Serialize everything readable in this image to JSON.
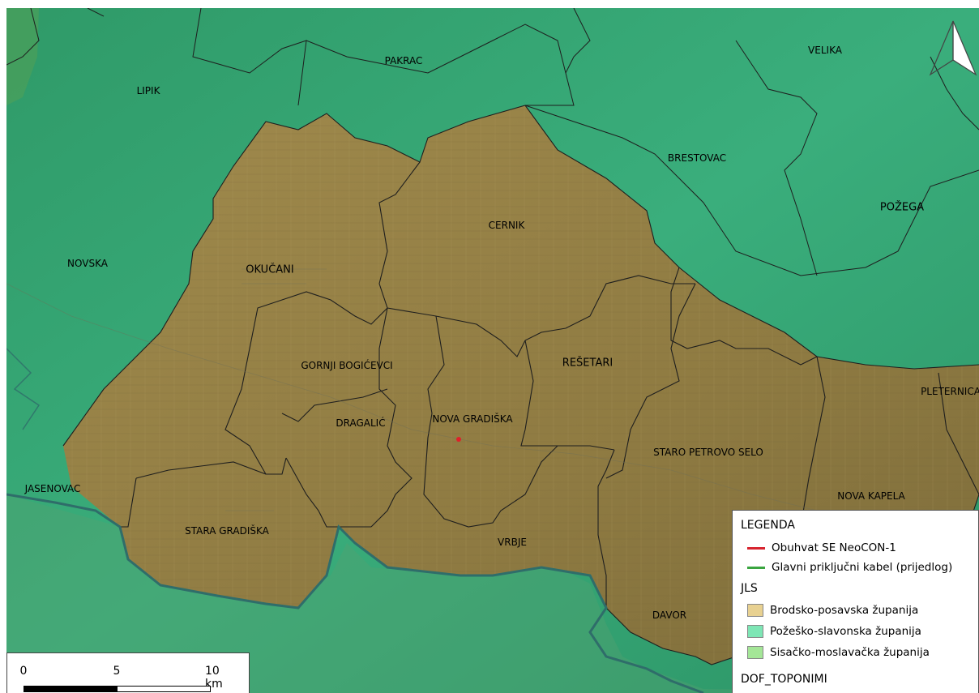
{
  "map": {
    "places": [
      {
        "name": "PAKRAC",
        "kind": "municipality"
      },
      {
        "name": "LIPIK",
        "kind": "municipality"
      },
      {
        "name": "VELIKA",
        "kind": "municipality"
      },
      {
        "name": "BRESTOVAC",
        "kind": "municipality"
      },
      {
        "name": "POŽEGA",
        "kind": "municipality"
      },
      {
        "name": "NOVSKA",
        "kind": "municipality"
      },
      {
        "name": "OKUČANI",
        "kind": "municipality"
      },
      {
        "name": "CERNIK",
        "kind": "municipality"
      },
      {
        "name": "GORNJI BOGIĆEVCI",
        "kind": "municipality"
      },
      {
        "name": "REŠETARI",
        "kind": "municipality"
      },
      {
        "name": "PLETERNICA",
        "kind": "municipality"
      },
      {
        "name": "DRAGALIĆ",
        "kind": "municipality"
      },
      {
        "name": "NOVA GRADIŠKA",
        "kind": "municipality"
      },
      {
        "name": "STARO PETROVO SELO",
        "kind": "municipality"
      },
      {
        "name": "JASENOVAC",
        "kind": "municipality"
      },
      {
        "name": "NOVA KAPELA",
        "kind": "municipality"
      },
      {
        "name": "STARA GRADIŠKA",
        "kind": "municipality"
      },
      {
        "name": "VRBJE",
        "kind": "municipality"
      },
      {
        "name": "DAVOR",
        "kind": "municipality"
      }
    ],
    "colors": {
      "green_region": "#3aa878",
      "brod_region": "#9a8446",
      "boundary": "#1e1e1e",
      "river": "#2f6d6a",
      "site_marker": "#e0202a"
    }
  },
  "legend": {
    "title": "LEGENDA",
    "items": [
      {
        "label": "Obuhvat SE NeoCON-1",
        "symbol": "line",
        "color": "#d7242f"
      },
      {
        "label": "Glavni priključni kabel (prijedlog)",
        "symbol": "line",
        "color": "#3aa540"
      }
    ],
    "jls_title": "JLS",
    "jls_items": [
      {
        "label": "Brodsko-posavska županija",
        "symbol": "box",
        "color": "#e8d191"
      },
      {
        "label": "Požeško-slavonska županija",
        "symbol": "box",
        "color": "#7ee6b5"
      },
      {
        "label": "Sisačko-moslavačka županija",
        "symbol": "box",
        "color": "#a4e697"
      }
    ],
    "dof_title": "DOF_TOPONIMI"
  },
  "scalebar": {
    "labels": [
      "0",
      "5",
      "10 km"
    ]
  },
  "north_arrow": {
    "icon": "north-arrow-icon"
  }
}
